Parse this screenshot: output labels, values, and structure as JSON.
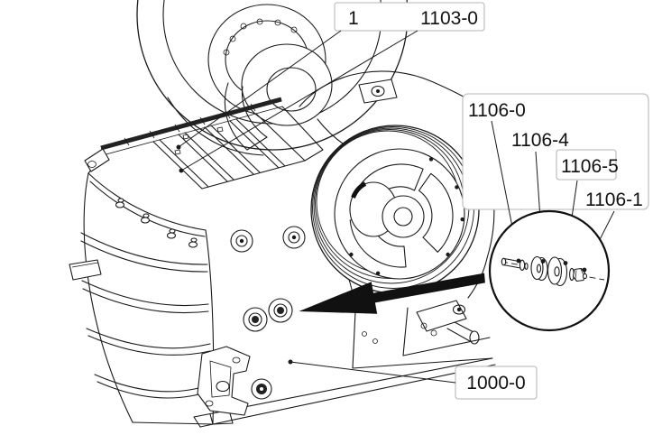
{
  "diagram": {
    "type": "exploded-parts-diagram",
    "subject": "jaw crusher assembly"
  },
  "callouts": {
    "top": {
      "item": "1",
      "part": "1103-0"
    },
    "fastener_group": {
      "bolt": "1106-0",
      "washer_inner": "1106-4",
      "washer_outer": "1106-5",
      "nut": "1106-1"
    },
    "assembly": "1000-0"
  },
  "detail_view": {
    "parts": [
      "shaft-pin",
      "inner-washer",
      "outer-washer",
      "hex-nut"
    ]
  },
  "colors": {
    "line": "#1a1a1a",
    "label_text": "#111111",
    "label_border": "#c3c3c3",
    "arrow": "#111111",
    "background": "#ffffff"
  }
}
